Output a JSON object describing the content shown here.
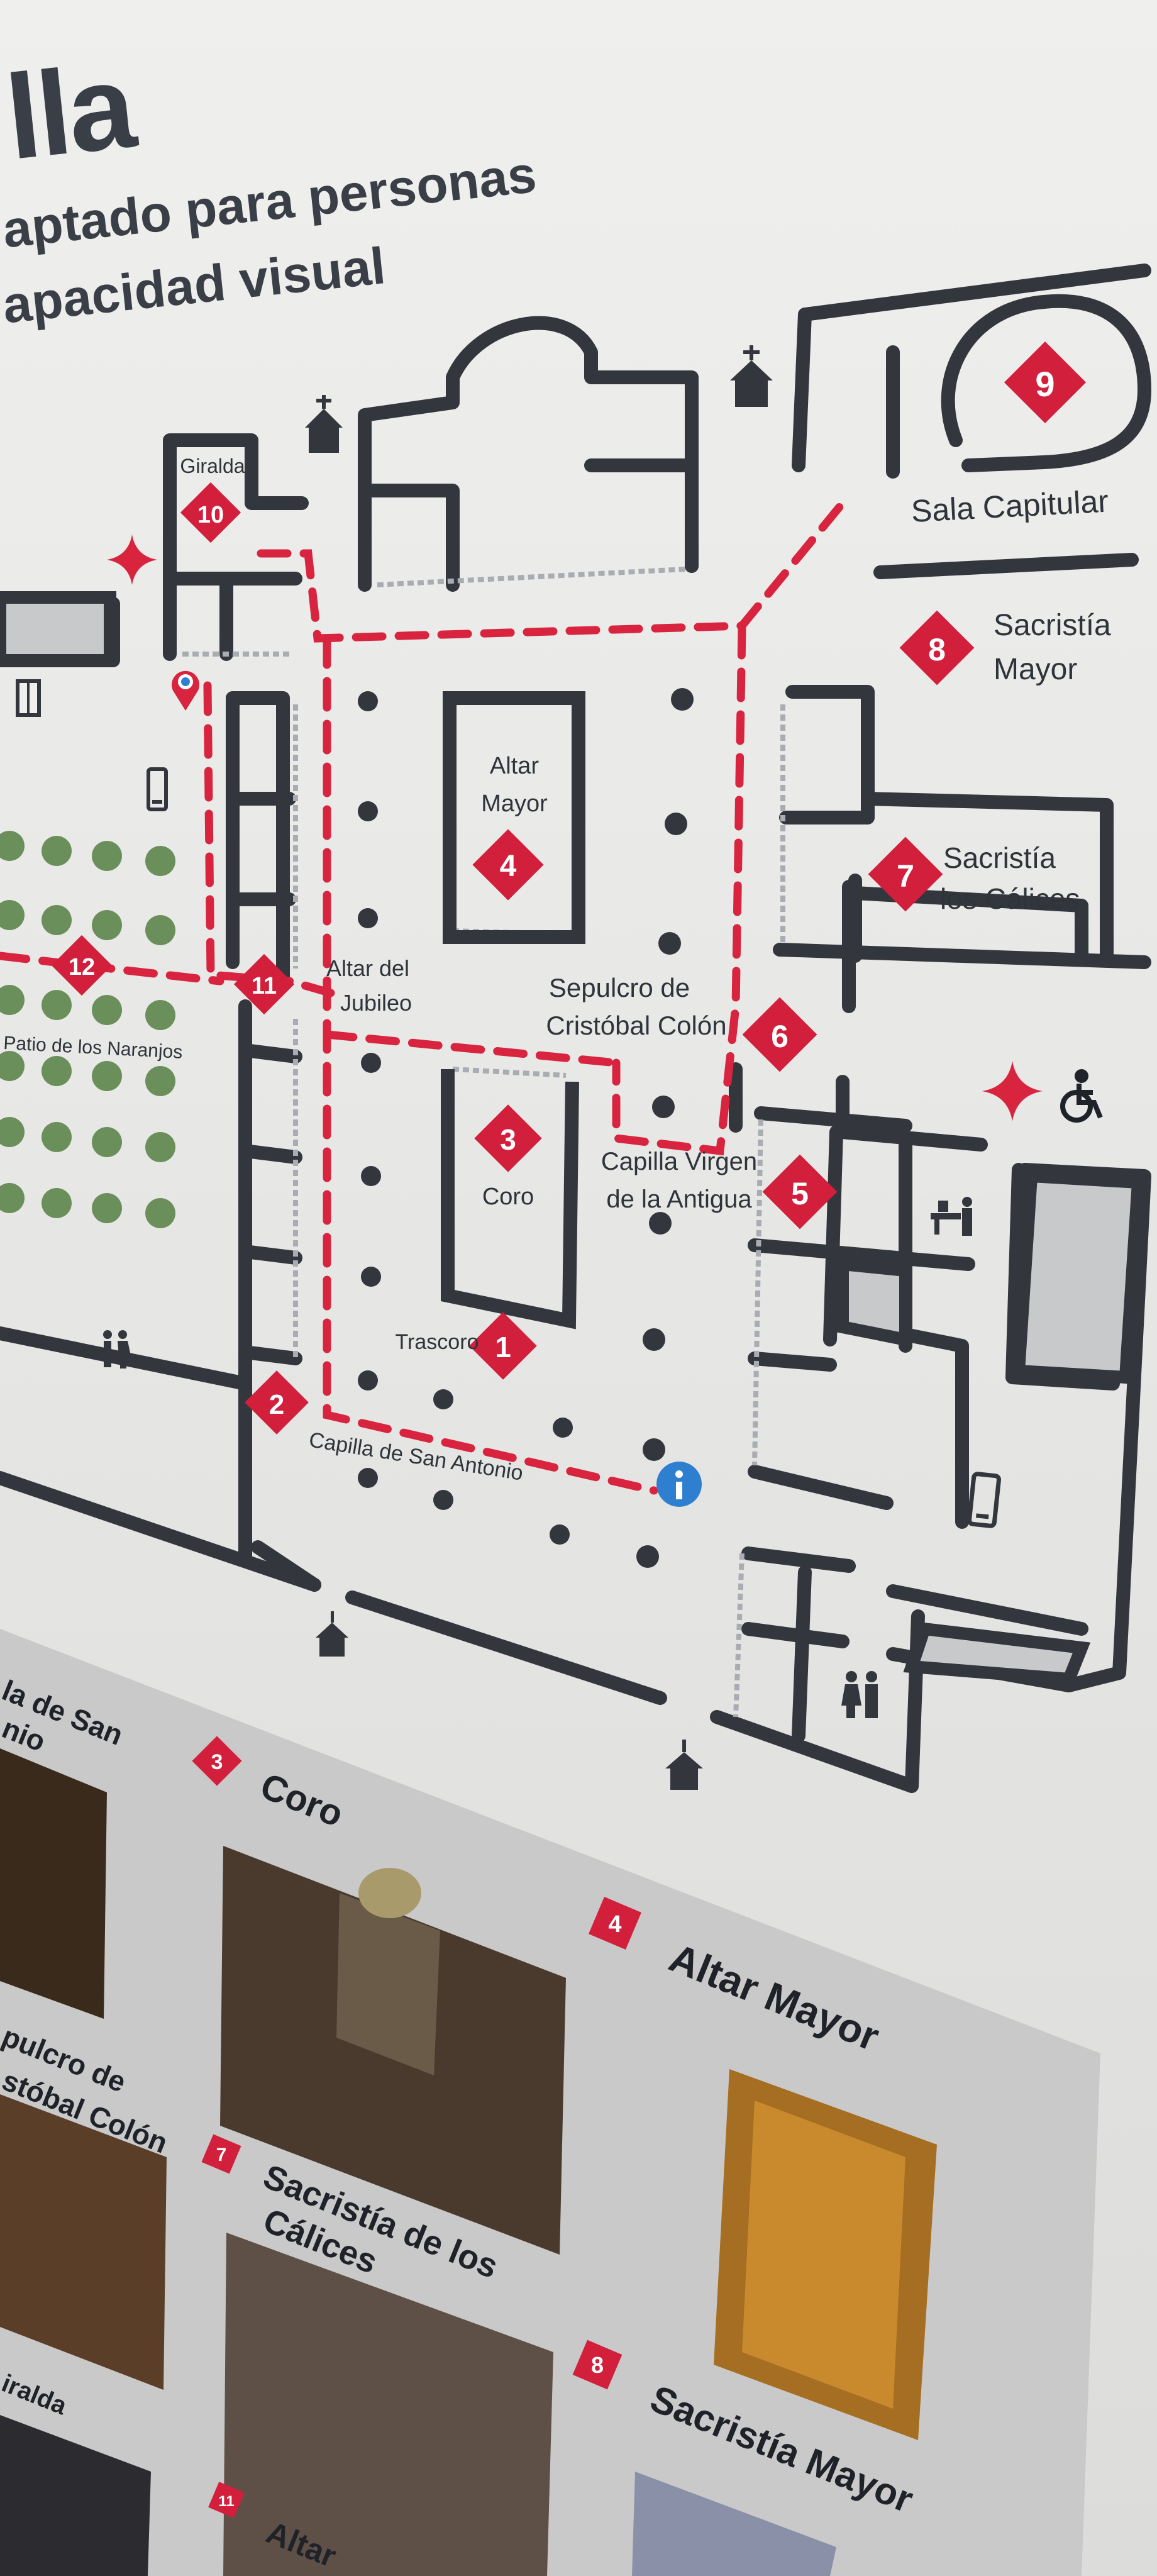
{
  "sign": {
    "title": "lla",
    "subtitle_line1": "aptado para personas",
    "subtitle_line2": "apacidad visual"
  },
  "colors": {
    "wall": "#33363d",
    "route": "#d8243f",
    "poi": "#d21f3c",
    "tree": "#6b8f5b",
    "info": "#2f7fd0",
    "sign_bg": "#efefed"
  },
  "map": {
    "labels": {
      "giralda": "Giralda",
      "sala_capitular": "Sala Capitular",
      "sacristia_mayor_1": "Sacristía",
      "sacristia_mayor_2": "Mayor",
      "altar_mayor_1": "Altar",
      "altar_mayor_2": "Mayor",
      "sacristia_calices_1": "Sacristía",
      "sacristia_calices_2": "los Cálices",
      "altar_jubileo_1": "Altar del",
      "altar_jubileo_2": "Jubileo",
      "sepulcro_1": "Sepulcro de",
      "sepulcro_2": "Cristóbal Colón",
      "patio": "Patio de los Naranjos",
      "coro": "Coro",
      "capilla_antigua_1": "Capilla Virgen",
      "capilla_antigua_2": "de la Antigua",
      "trascoro": "Trascoro",
      "capilla_san_antonio": "Capilla de San Antonio"
    },
    "poi_numbers": {
      "p1": "1",
      "p2": "2",
      "p3": "3",
      "p4": "4",
      "p5": "5",
      "p6": "6",
      "p7": "7",
      "p8": "8",
      "p9": "9",
      "p10": "10",
      "p11": "11",
      "p12": "12"
    },
    "icons": [
      "church-icon",
      "elevator-icon",
      "location-pin-icon",
      "phone-icon",
      "restroom-icon",
      "first-aid-icon",
      "wheelchair-icon",
      "info-desk-icon",
      "info-icon"
    ]
  },
  "gallery": {
    "cards": {
      "san_antonio_line1": "la de San",
      "san_antonio_line2": "nio",
      "coro_num": "3",
      "coro_title": "Coro",
      "altar_num": "4",
      "altar_title": "Altar Mayor",
      "colon_line1": "pulcro de",
      "colon_line2": "stóbal Colón",
      "calices_num": "7",
      "calices_line1": "Sacristía de los",
      "calices_line2": "Cálices",
      "sacristia_num": "8",
      "sacristia_title": "Sacristía Mayor",
      "giralda_partial": "iralda",
      "jubileo_num": "11",
      "jubileo_partial": "Altar"
    }
  }
}
